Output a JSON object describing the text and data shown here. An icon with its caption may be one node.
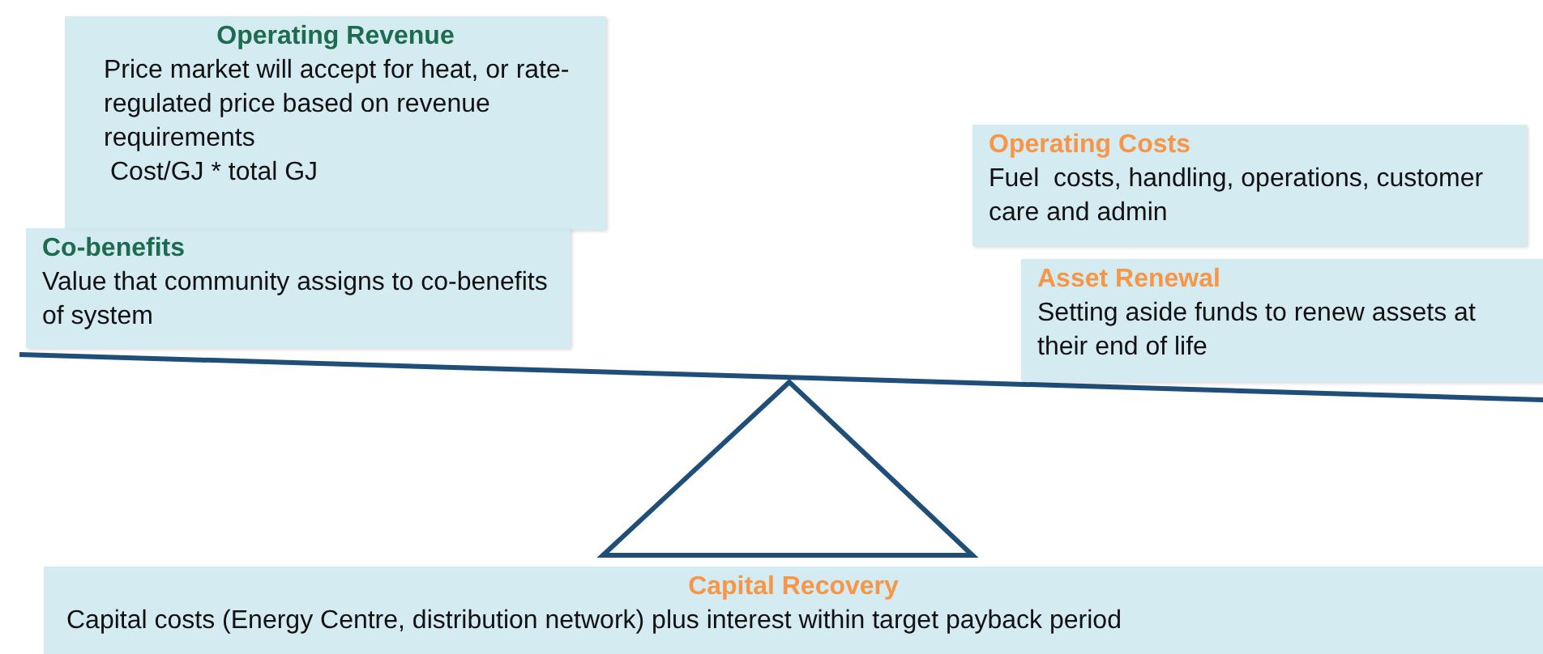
{
  "diagram": {
    "nodes": [
      {
        "text": [
          "Operating Revenue",
          "Price market will accept for heat, or rate-regulated price based on revenue requirements",
          "Cost/GJ * total GJ"
        ]
      },
      {
        "text": [
          "Co-benefits",
          "Value that community assigns to co-benefits of system"
        ]
      },
      {
        "text": [
          "Operating Costs",
          "Fuel  costs, handling, operations, customer care and admin"
        ]
      },
      {
        "text": [
          "Asset Renewal",
          "Setting aside funds to renew assets at their end of life"
        ]
      },
      {
        "text": [
          "Capital Recovery",
          "Capital costs (Energy Centre, distribution network) plus interest within target payback period"
        ]
      }
    ]
  }
}
